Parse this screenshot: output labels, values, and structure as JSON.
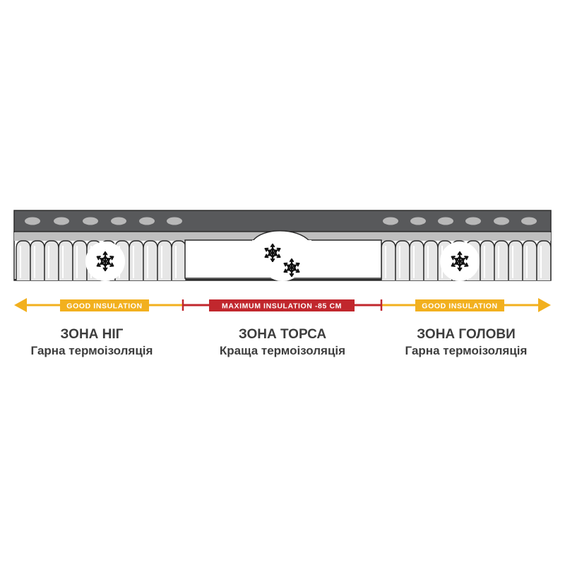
{
  "mattress": {
    "colors": {
      "top_layer": "#58595b",
      "top_layer_edge": "#2d2d2d",
      "dot": "#b8b8b8",
      "coil_fill": "#e6e6e6",
      "coil_stroke": "#2a2a2a",
      "rail": "#bfbfbf"
    },
    "snowflake_icons": [
      "snowflake-icon",
      "snowflake-icon",
      "snowflake-icon",
      "snowflake-icon"
    ]
  },
  "arrows": {
    "colors": {
      "good": "#f2b01e",
      "maximum": "#c1272d"
    },
    "left_label": "GOOD INSULATION",
    "center_label": "MAXIMUM INSULATION -85 CM",
    "right_label": "GOOD INSULATION"
  },
  "zones": [
    {
      "title": "ЗОНА НІГ",
      "subtitle": "Гарна термоізоляція"
    },
    {
      "title": "ЗОНА ТОРСА",
      "subtitle": "Краща термоізоляція"
    },
    {
      "title": "ЗОНА ГОЛОВИ",
      "subtitle": "Гарна термоізоляція"
    }
  ]
}
